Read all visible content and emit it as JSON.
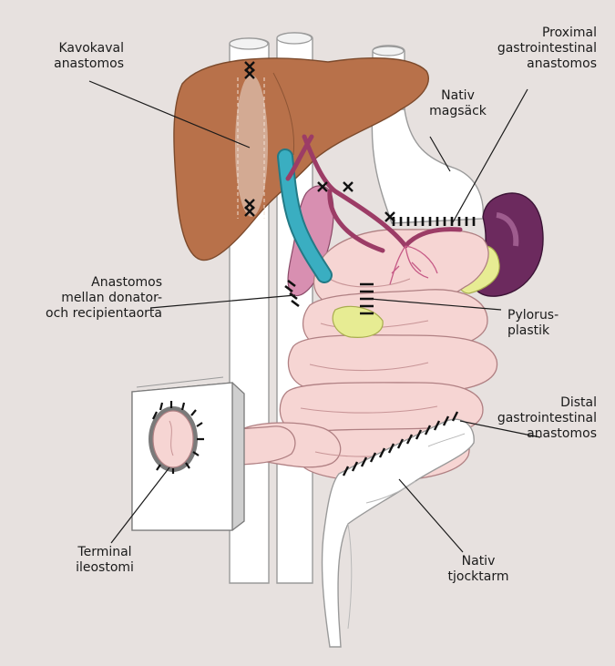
{
  "labels": {
    "kavokaval": "Kavokaval\nanastomos",
    "proximal": "Proximal\ngastrointestinal\nanastomos",
    "nativ_magsack": "Nativ\nmagsäck",
    "anastomos_aorta": "Anastomos\nmellan donator-\noch recipientaorta",
    "pylorus": "Pylorus-\nplastik",
    "distal": "Distal\ngastrointestinal\nanastomos",
    "terminal": "Terminal\nileostomi",
    "tjocktarm": "Nativ\ntjocktarm"
  },
  "colors": {
    "background": "#e7e1df",
    "liver": "#b8714a",
    "intestine": "#f6d5d3",
    "spleen": "#6c2a5e",
    "pancreas": "#e7ec93",
    "portal_vein": "#3aaec1",
    "artery": "#9c3c66",
    "colon": "#ffffff"
  }
}
